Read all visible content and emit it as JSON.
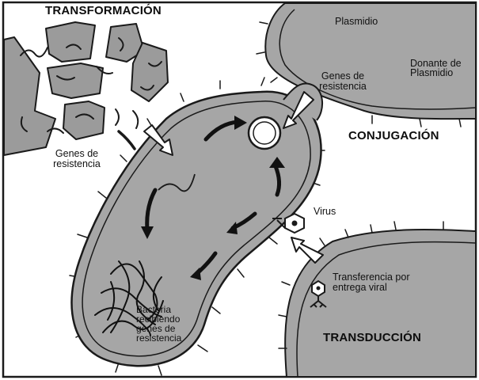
{
  "labels": {
    "transformation": "TRANSFORMACIÓN",
    "conjugation": "CONJUGACIÓN",
    "transduction": "TRANSDUCCIÓN",
    "plasmid": "Plasmidio",
    "plasmid_donor_line1": "Donante de",
    "plasmid_donor_line2": "Plasmidio",
    "resistance_genes_top_line1": "Genes de",
    "resistance_genes_top_line2": "resistencia",
    "resistance_genes_left_line1": "Genes de",
    "resistance_genes_left_line2": "resistencia",
    "virus": "Virus",
    "viral_transfer_line1": "Transferencia por",
    "viral_transfer_line2": "entrega viral",
    "recipient_line1": "Bacteria",
    "recipient_line2": "recibiendo",
    "recipient_line3": "genes de",
    "recipient_line4": "resistencia"
  },
  "colors": {
    "cell_fill": "#a6a6a6",
    "outline": "#1a1a1a",
    "fragment_fill": "#9b9b9b",
    "background": "#ffffff"
  }
}
